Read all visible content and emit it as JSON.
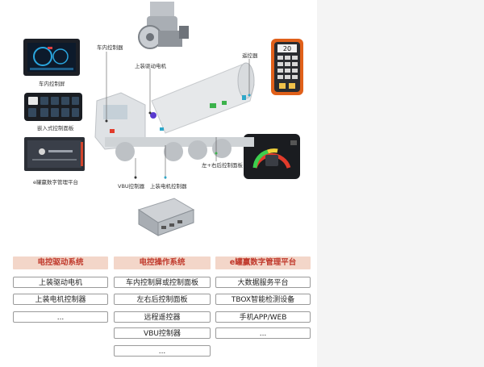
{
  "labels": {
    "in_cab_screen": "车内控制屏",
    "embedded_panel": "嵌入式控制面板",
    "digital_platform": "e罐赢数字管理平台",
    "in_cab_controller": "车内控制器",
    "upper_motor": "上装驱动电机",
    "remote": "遥控器",
    "lr_rear_panel": "左+右后控制面板",
    "vbu_controller": "VBU控制器",
    "upper_motor_controller": "上装电机控制器"
  },
  "device_text": {
    "remote_display": "20"
  },
  "columns": [
    {
      "title": "电控驱动系统",
      "items": [
        "上装驱动电机",
        "上装电机控制器",
        "..."
      ]
    },
    {
      "title": "电控操作系统",
      "items": [
        "车内控制屏或控制面板",
        "左右后控制面板",
        "远程遥控器",
        "VBU控制器",
        "..."
      ]
    },
    {
      "title": "e罐赢数字管理平台",
      "items": [
        "大数据服务平台",
        "TBOX智能检测设备",
        "手机APP/WEB",
        "..."
      ]
    }
  ],
  "colors": {
    "header_bg": "#f3d6c9",
    "header_text": "#c0392b",
    "remote_body": "#e0601a"
  }
}
